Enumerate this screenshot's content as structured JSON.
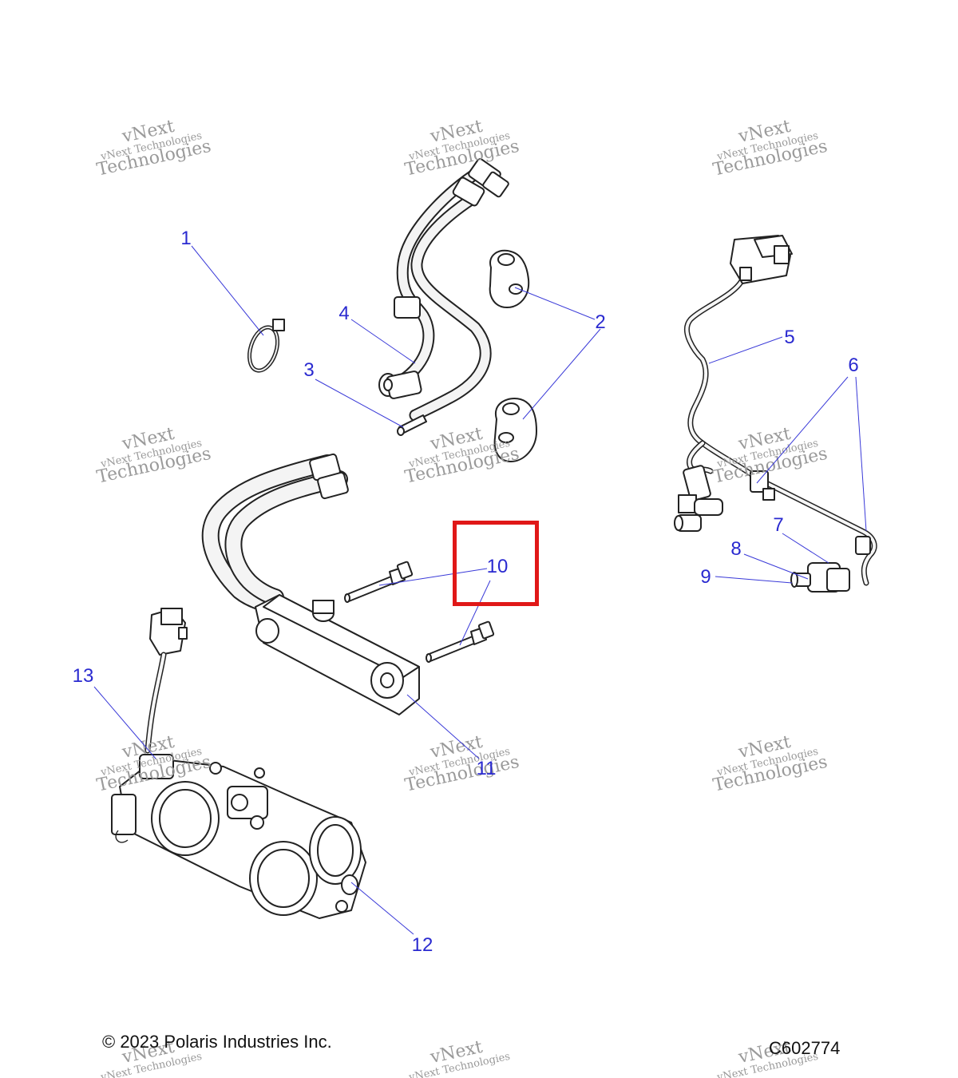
{
  "callouts": [
    "1",
    "2",
    "3",
    "4",
    "5",
    "6",
    "7",
    "8",
    "9",
    "10",
    "11",
    "12",
    "13"
  ],
  "watermark": {
    "line1": "vNext",
    "line2": "vNext Technologies",
    "line3": "Technologies"
  },
  "footer": {
    "copyright": "© 2023 Polaris Industries Inc.",
    "diagram_id": "C602774"
  },
  "colors": {
    "callout": "#2a2ad0",
    "highlight": "#e01818",
    "line_art": "#222222"
  },
  "highlighted_callout": "10"
}
